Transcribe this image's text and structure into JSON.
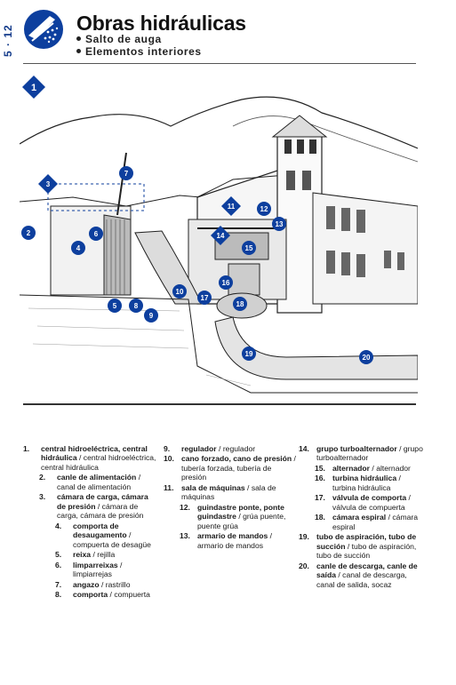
{
  "page": {
    "section_code": "5 · 12",
    "title": "Obras hidráulicas",
    "subtitles": [
      "Salto de auga",
      "Elementos interiores"
    ]
  },
  "illustration": {
    "main_marker": "1",
    "labels": [
      "2",
      "3",
      "4",
      "5",
      "6",
      "7",
      "8",
      "9",
      "10",
      "11",
      "12",
      "13",
      "14",
      "15",
      "16",
      "17",
      "18",
      "19",
      "20"
    ],
    "colors": {
      "accent": "#0d3f9e",
      "ink": "#222222"
    }
  },
  "legend": {
    "col1": [
      {
        "num": "1.",
        "term": "central hidroeléctrica, central hidráulica",
        "sep": " / ",
        "translation": "central hidroeléctrica, central hidráulica",
        "level": 0
      },
      {
        "num": "2.",
        "term": "canle de alimentación",
        "sep": " / ",
        "translation": "canal de alimentación",
        "level": 1
      },
      {
        "num": "3.",
        "term": "cámara de carga, cámara de presión",
        "sep": " / ",
        "translation": "cámara de carga, cámara de presión",
        "level": 1
      },
      {
        "num": "4.",
        "term": "comporta de desaugamento",
        "sep": " / ",
        "translation": "compuerta de desagüe",
        "level": 2
      },
      {
        "num": "5.",
        "term": "reixa",
        "sep": " / ",
        "translation": "rejilla",
        "level": 2
      },
      {
        "num": "6.",
        "term": "limparreixas",
        "sep": " / ",
        "translation": "limpiarrejas",
        "level": 2
      },
      {
        "num": "7.",
        "term": "angazo",
        "sep": " / ",
        "translation": "rastrillo",
        "level": 2
      },
      {
        "num": "8.",
        "term": "comporta",
        "sep": " / ",
        "translation": "compuerta",
        "level": 2
      }
    ],
    "col2": [
      {
        "num": "9.",
        "term": "regulador",
        "sep": " / ",
        "translation": "regulador",
        "level": 0
      },
      {
        "num": "10.",
        "term": "cano forzado, cano de presión",
        "sep": " / ",
        "translation": "tubería forzada, tubería de presión",
        "level": 0
      },
      {
        "num": "11.",
        "term": "sala de máquinas",
        "sep": " / ",
        "translation": "sala de máquinas",
        "level": 0
      },
      {
        "num": "12.",
        "term": "guindastre ponte, ponte guindastre",
        "sep": " / ",
        "translation": "grúa puente, puente grúa",
        "level": 1
      },
      {
        "num": "13.",
        "term": "armario de mandos",
        "sep": " / ",
        "translation": "armario de mandos",
        "level": 1
      }
    ],
    "col3": [
      {
        "num": "14.",
        "term": "grupo turboalternador",
        "sep": " / ",
        "translation": "grupo turboalternador",
        "level": 0
      },
      {
        "num": "15.",
        "term": "alternador",
        "sep": " / ",
        "translation": "alternador",
        "level": 1
      },
      {
        "num": "16.",
        "term": "turbina hidráulica",
        "sep": " / ",
        "translation": "turbina hidráulica",
        "level": 1
      },
      {
        "num": "17.",
        "term": "válvula de comporta",
        "sep": " / ",
        "translation": "válvula de compuerta",
        "level": 1
      },
      {
        "num": "18.",
        "term": "cámara espiral",
        "sep": " / ",
        "translation": "cámara espiral",
        "level": 1
      },
      {
        "num": "19.",
        "term": "tubo de aspiración, tubo de succión",
        "sep": " / ",
        "translation": "tubo de aspiración, tubo de succión",
        "level": 0
      },
      {
        "num": "20.",
        "term": "canle de descarga, canle de saída",
        "sep": " / ",
        "translation": "canal de descarga, canal de salida, socaz",
        "level": 0
      }
    ]
  }
}
